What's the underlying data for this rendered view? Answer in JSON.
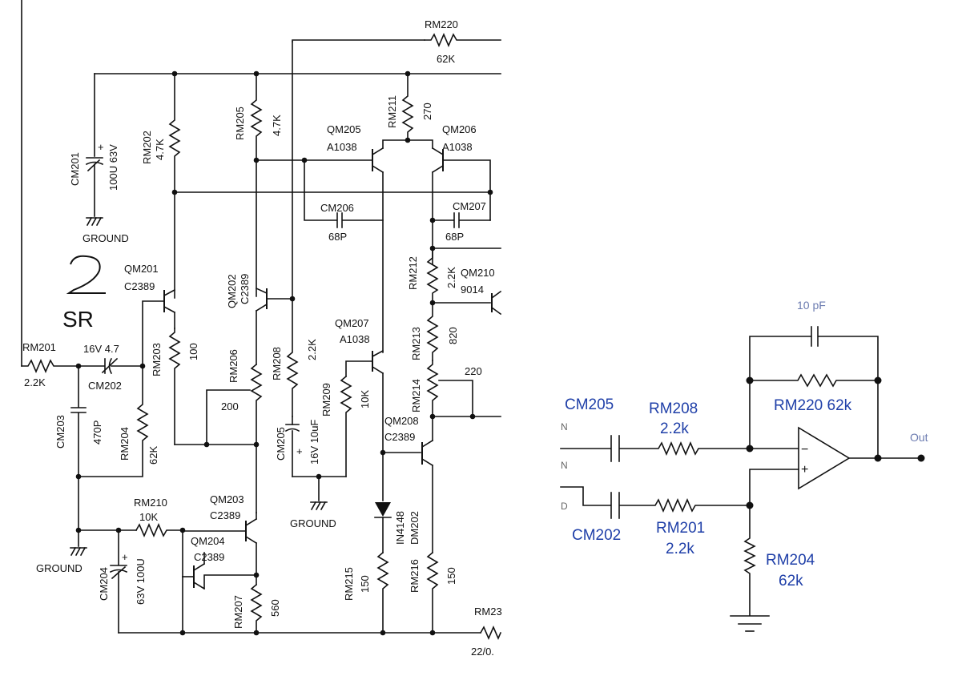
{
  "left": {
    "sr_label": "SR",
    "labels": {
      "rm220": "RM220",
      "rm220_val": "62K",
      "rm211": "RM211",
      "rm211_val": "270",
      "qm205": "QM205",
      "qm205_type": "A1038",
      "qm206": "QM206",
      "qm206_type": "A1038",
      "rm205": "RM205",
      "rm205_val": "4.7K",
      "rm202": "RM202",
      "rm202_val": "4.7K",
      "cm201": "CM201",
      "cm201_val": "100U 63V",
      "ground1": "GROUND",
      "cm206": "CM206",
      "cm206_val": "68P",
      "cm207": "CM207",
      "cm207_val": "68P",
      "qm201": "QM201",
      "qm201_type": "C2389",
      "qm202": "QM202",
      "qm202_type": "C2389",
      "rm212": "RM212",
      "rm212_val": "2.2K",
      "qm210": "QM210",
      "qm210_type": "9014",
      "rm201": "RM201",
      "rm201_val": "2.2K",
      "cm202_v": "16V 4.7",
      "cm202": "CM202",
      "rm203": "RM203",
      "rm203_val": "100",
      "rm206": "RM206",
      "rm206_val": "200",
      "rm208": "RM208",
      "rm208_val": "2.2K",
      "qm207": "QM207",
      "qm207_type": "A1038",
      "rm213": "RM213",
      "rm213_val": "820",
      "rm214": "RM214",
      "rm214_val": "220",
      "cm203": "CM203",
      "cm203_val": "470P",
      "rm204": "RM204",
      "rm204_val": "62K",
      "rm209": "RM209",
      "rm209_val": "10K",
      "cm205": "CM205",
      "cm205_val": "16V 10uF",
      "qm208": "QM208",
      "qm208_type": "C2389",
      "ground2": "GROUND",
      "rm210": "RM210",
      "rm210_val": "10K",
      "qm203": "QM203",
      "qm203_type": "C2389",
      "qm204": "QM204",
      "qm204_type": "C2389",
      "ground3": "GROUND",
      "cm204": "CM204",
      "cm204_val": "63V 100U",
      "in4148": "IN4148",
      "dm202": "DM202",
      "rm207": "RM207",
      "rm207_val": "560",
      "rm215": "RM215",
      "rm215_val": "150",
      "rm216": "RM216",
      "rm216_val": "150",
      "rm23": "RM23",
      "rm23_val": "22/0."
    }
  },
  "right": {
    "cap_fb": "10 pF",
    "rm220": "RM220 62k",
    "cm205": "CM205",
    "rm208": "RM208",
    "rm208_val": "2.2k",
    "out": "Out",
    "cm202": "CM202",
    "rm201": "RM201",
    "rm201_val": "2.2k",
    "rm204": "RM204",
    "rm204_val": "62k",
    "in_n": "N",
    "in_n2": "N",
    "in_d": "D"
  }
}
